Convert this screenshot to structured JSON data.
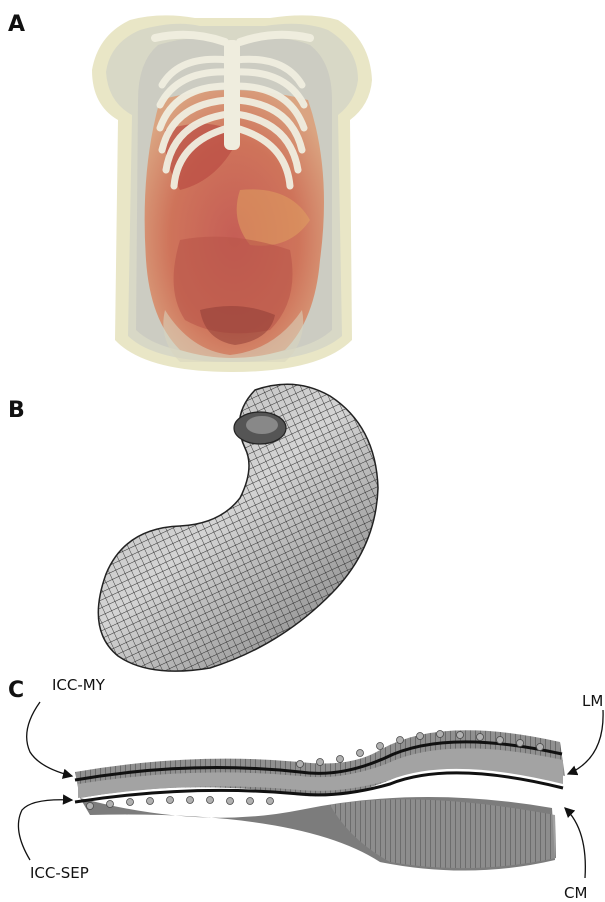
{
  "panels": {
    "a": {
      "letter": "A"
    },
    "b": {
      "letter": "B"
    },
    "c": {
      "letter": "C"
    }
  },
  "annotations": {
    "icc_my": "ICC-MY",
    "icc_sep": "ICC-SEP",
    "lm": "LM",
    "cm": "CM"
  },
  "colors": {
    "skin": "#e7e3c2",
    "organ_red": "#c1584a",
    "organ_orange": "#d88a4e",
    "bone": "#efedde",
    "mesh_dark": "#3a3a3a",
    "muscle_gray": "#8a8a8a"
  }
}
